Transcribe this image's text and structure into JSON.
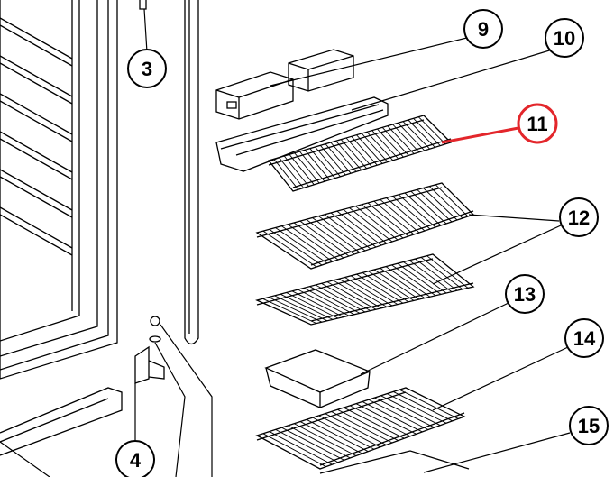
{
  "diagram": {
    "callouts": [
      {
        "id": "3",
        "label": "3"
      },
      {
        "id": "4",
        "label": "4"
      },
      {
        "id": "9",
        "label": "9"
      },
      {
        "id": "10",
        "label": "10"
      },
      {
        "id": "11",
        "label": "11",
        "highlighted": true
      },
      {
        "id": "12",
        "label": "12"
      },
      {
        "id": "13",
        "label": "13"
      },
      {
        "id": "14",
        "label": "14"
      },
      {
        "id": "15",
        "label": "15"
      }
    ],
    "colors": {
      "line": "#000000",
      "highlight": "#e3262b",
      "background": "#ffffff"
    }
  }
}
